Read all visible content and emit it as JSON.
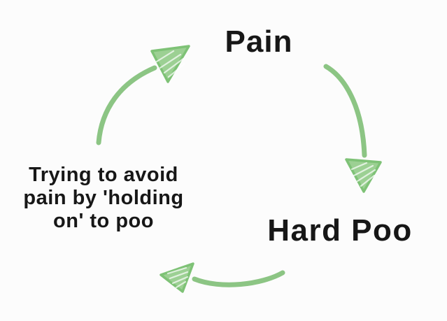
{
  "theme": {
    "background": "#fcfcfc",
    "text-color": "#171717",
    "arrow-stroke": "#8cc584",
    "arrow-fill": "#9cd093",
    "arrow-outline": "#7ec276",
    "hatch-color": "#ffffff"
  },
  "diagram": {
    "type": "cycle",
    "nodes": {
      "pain": {
        "label": "Pain"
      },
      "hard_poo": {
        "label": "Hard Poo"
      },
      "holding_on": {
        "label": "Trying to avoid pain by 'holding on' to poo",
        "lines": [
          "Trying to avoid",
          "pain by 'holding",
          "on' to poo"
        ]
      }
    },
    "edges": [
      {
        "from": "pain",
        "to": "hard_poo",
        "style": "curved-green-sketch-arrow"
      },
      {
        "from": "hard_poo",
        "to": "holding_on",
        "style": "curved-green-sketch-arrow"
      },
      {
        "from": "holding_on",
        "to": "pain",
        "style": "curved-green-sketch-arrow"
      }
    ]
  }
}
